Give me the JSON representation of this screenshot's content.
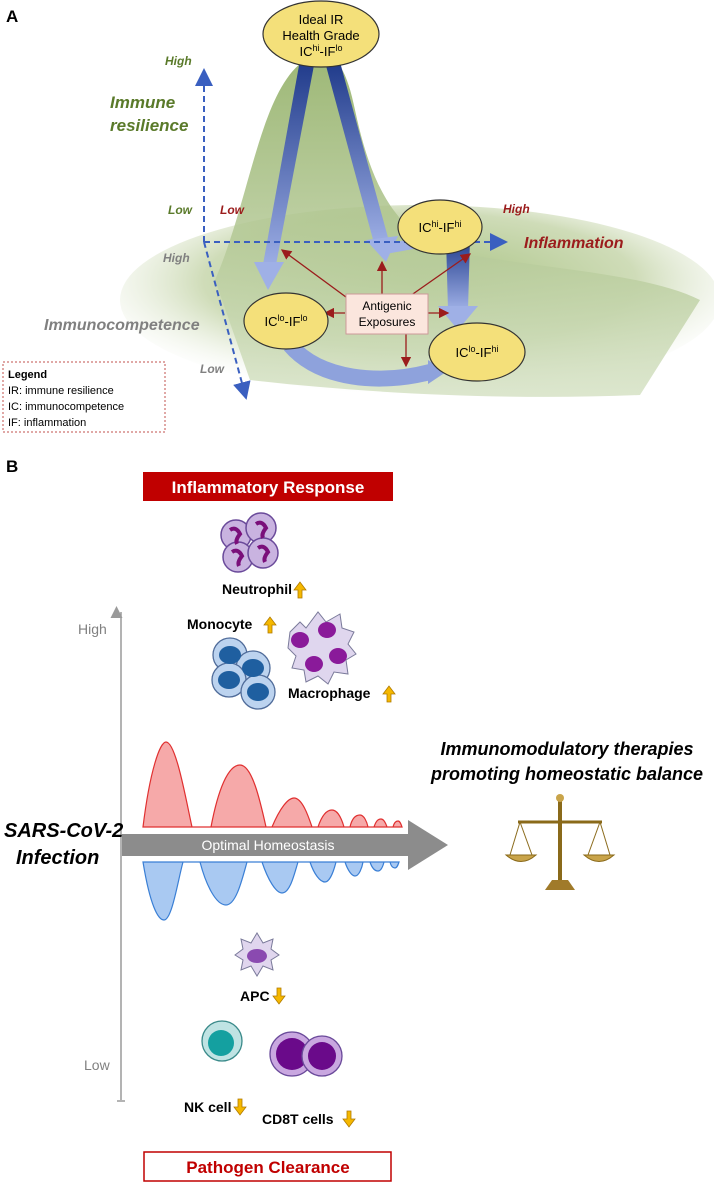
{
  "panel_a": {
    "label": "A",
    "ideal_box": {
      "line1": "Ideal IR",
      "line2": "Health Grade",
      "state": {
        "ic": "IC",
        "ic_sup": "hi",
        "sep": "-",
        "if": "IF",
        "if_sup": "lo"
      }
    },
    "axes": {
      "immune_resilience": {
        "line1": "Immune",
        "line2": "resilience",
        "high": "High",
        "low": "Low"
      },
      "inflammation": {
        "label": "Inflammation",
        "low": "Low",
        "high": "High"
      },
      "immunocompetence": {
        "label": "Immunocompetence",
        "high": "High",
        "low": "Low"
      }
    },
    "states": {
      "hi_hi": {
        "ic": "IC",
        "ic_sup": "hi",
        "sep": "-",
        "if": "IF",
        "if_sup": "hi"
      },
      "lo_lo": {
        "ic": "IC",
        "ic_sup": "lo",
        "sep": "-",
        "if": "IF",
        "if_sup": "lo"
      },
      "lo_hi": {
        "ic": "IC",
        "ic_sup": "lo",
        "sep": "-",
        "if": "IF",
        "if_sup": "hi"
      }
    },
    "antigenic": {
      "line1": "Antigenic",
      "line2": "Exposures"
    },
    "legend": {
      "title": "Legend",
      "items": [
        "IR: immune resilience",
        "IC: immunocompetence",
        "IF: inflammation"
      ]
    },
    "colors": {
      "green_text": "#5a7a2a",
      "red_text": "#9b1c1c",
      "blue_axis": "#3a5fc0",
      "node_fill": "#f4e07a"
    }
  },
  "panel_b": {
    "label": "B",
    "inflammatory_response": "Inflammatory Response",
    "pathogen_clearance": "Pathogen Clearance",
    "y_high": "High",
    "y_low": "Low",
    "infection": {
      "line1": "SARS-CoV-2",
      "line2": "Infection"
    },
    "homeostasis": "Optimal Homeostasis",
    "therapies": {
      "line1": "Immunomodulatory therapies",
      "line2": "promoting homeostatic balance"
    },
    "cells": {
      "neutrophil": "Neutrophil",
      "monocyte": "Monocyte",
      "macrophage": "Macrophage",
      "apc": "APC",
      "nk": "NK cell",
      "cd8": "CD8T cells"
    },
    "colors": {
      "banner_red": "#c00000",
      "arrow_up_fill": "#f5b800",
      "wave_top": "#f6a9a9",
      "wave_bottom": "#a9c9f2"
    }
  }
}
